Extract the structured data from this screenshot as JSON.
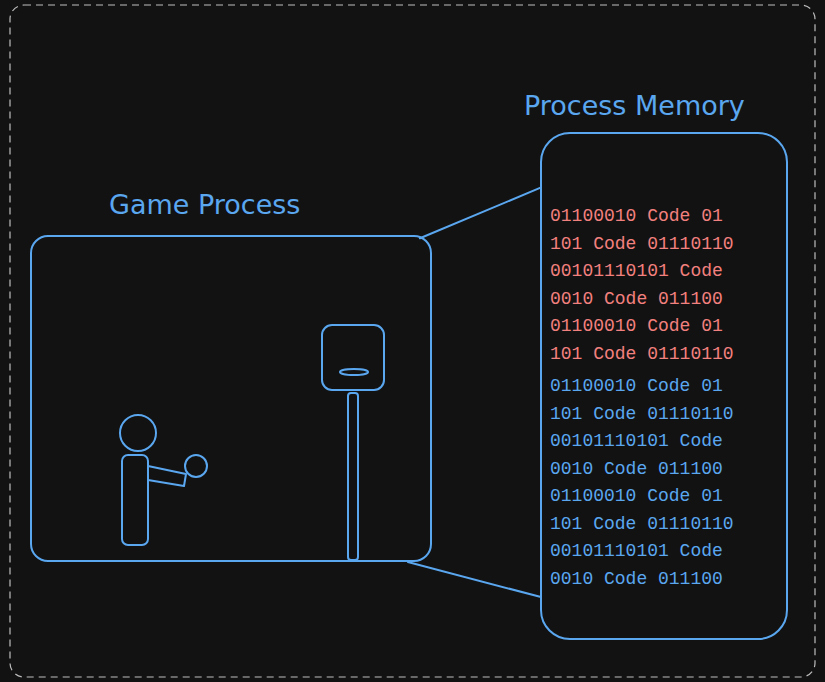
{
  "diagram": {
    "nodes": [
      {
        "text": [
          "Game Process"
        ]
      },
      {
        "text": [
          "Process Memory",
          "01100010 Code 01 101 Code 01110110 00101110101 Code 0010 Code 011100 01100010 Code 01 101 Code 01110110",
          "01100010 Code 01 101 Code 01110110 00101110101 Code 0010 Code 011100 01100010 Code 01 101 Code 01110110 00101110101 Code 0010 Code 011100"
        ]
      }
    ],
    "edges": [
      {
        "from": 0,
        "to": 1,
        "arrow": "none"
      },
      {
        "from": 0,
        "to": 1,
        "arrow": "none"
      }
    ]
  }
}
